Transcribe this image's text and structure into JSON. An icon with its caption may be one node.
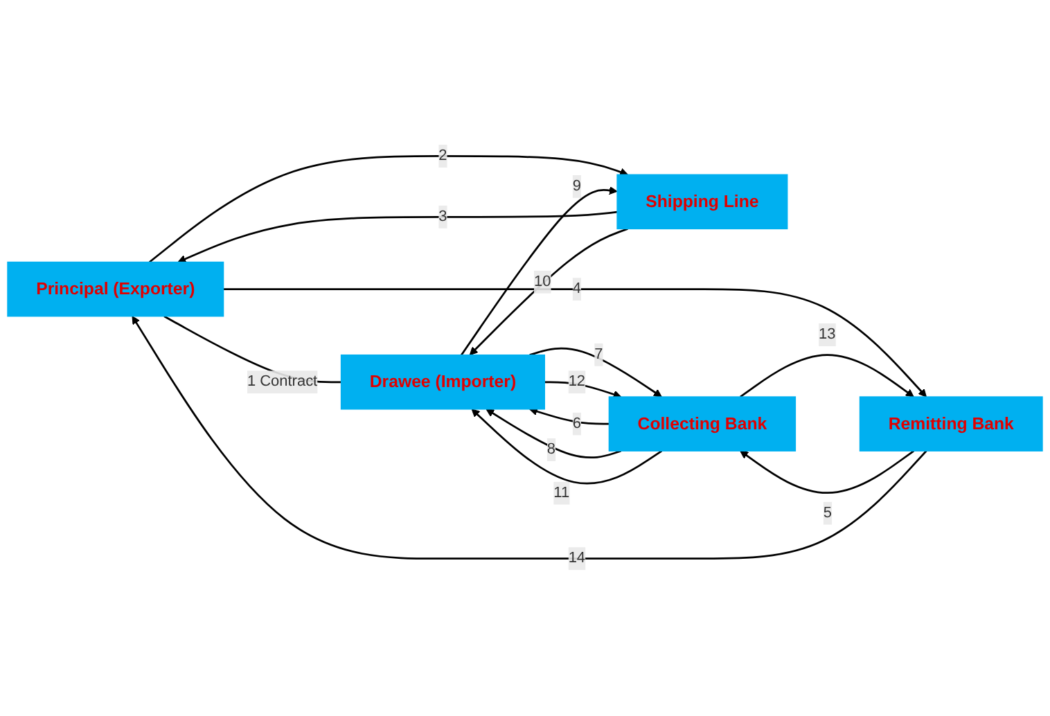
{
  "diagram": {
    "nodes": [
      {
        "text": [
          "Principal (Exporter)"
        ]
      },
      {
        "text": [
          "Shipping Line"
        ]
      },
      {
        "text": [
          "Drawee (Importer)"
        ]
      },
      {
        "text": [
          "Remitting Bank"
        ]
      },
      {
        "text": [
          "Collecting Bank"
        ]
      }
    ],
    "edges": [
      {
        "from": 0,
        "to": 2,
        "arrow": "none",
        "label": "1 Contract"
      },
      {
        "from": 0,
        "to": 1,
        "arrow": "to",
        "label": "2"
      },
      {
        "from": 1,
        "to": 0,
        "arrow": "to",
        "label": "3"
      },
      {
        "from": 0,
        "to": 3,
        "arrow": "to",
        "label": "4"
      },
      {
        "from": 3,
        "to": 4,
        "arrow": "to",
        "label": "5"
      },
      {
        "from": 4,
        "to": 2,
        "arrow": "to",
        "label": "6"
      },
      {
        "from": 2,
        "to": 4,
        "arrow": "to",
        "label": "7"
      },
      {
        "from": 4,
        "to": 2,
        "arrow": "to",
        "label": "8"
      },
      {
        "from": 2,
        "to": 1,
        "arrow": "to",
        "label": "9"
      },
      {
        "from": 1,
        "to": 2,
        "arrow": "to",
        "label": "10"
      },
      {
        "from": 4,
        "to": 2,
        "arrow": "to",
        "label": "11"
      },
      {
        "from": 2,
        "to": 4,
        "arrow": "to",
        "label": "12"
      },
      {
        "from": 4,
        "to": 3,
        "arrow": "to",
        "label": "13"
      },
      {
        "from": 3,
        "to": 0,
        "arrow": "to",
        "label": "14"
      }
    ]
  }
}
